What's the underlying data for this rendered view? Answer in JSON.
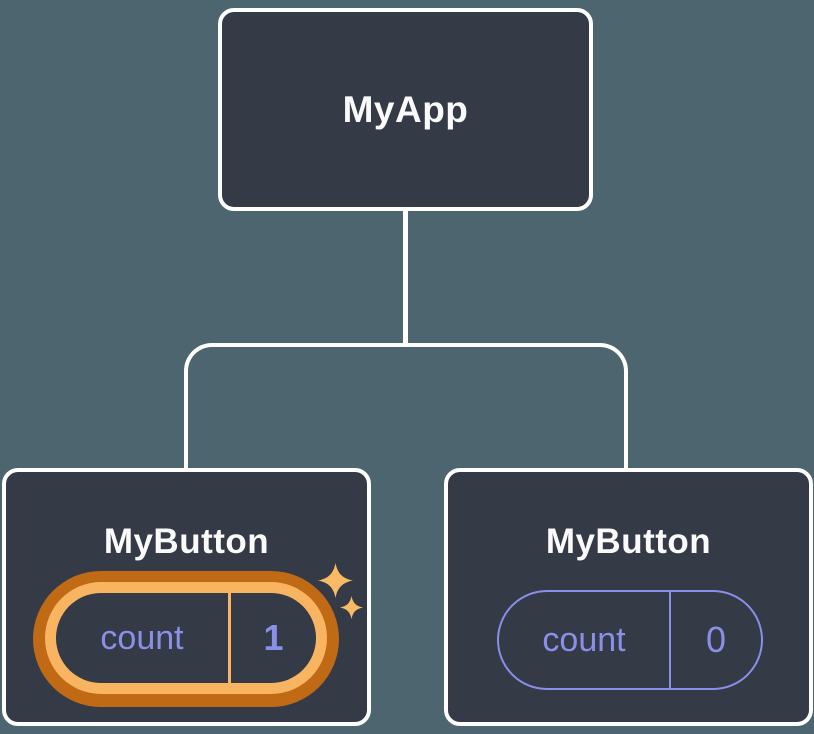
{
  "diagram": {
    "root": {
      "label": "MyApp"
    },
    "children": [
      {
        "label": "MyButton",
        "state": {
          "key": "count",
          "value": "1"
        },
        "highlighted": true,
        "note": "state just updated, shown with orange highlight and sparkles"
      },
      {
        "label": "MyButton",
        "state": {
          "key": "count",
          "value": "0"
        },
        "highlighted": false
      }
    ]
  },
  "icons": {
    "sparkles": "sparkles-icon",
    "sparkle_glyph": "✦"
  },
  "colors": {
    "background": "#4d656e",
    "node_fill": "#343a46",
    "node_border": "#ffffff",
    "connector": "#ffffff",
    "state_accent": "#8a8fe8",
    "highlight_outer_ring": "#c06a15",
    "highlight_inner_ring": "#f9b462",
    "sparkle": "#f8ba64",
    "title_text": "#fafafa"
  }
}
